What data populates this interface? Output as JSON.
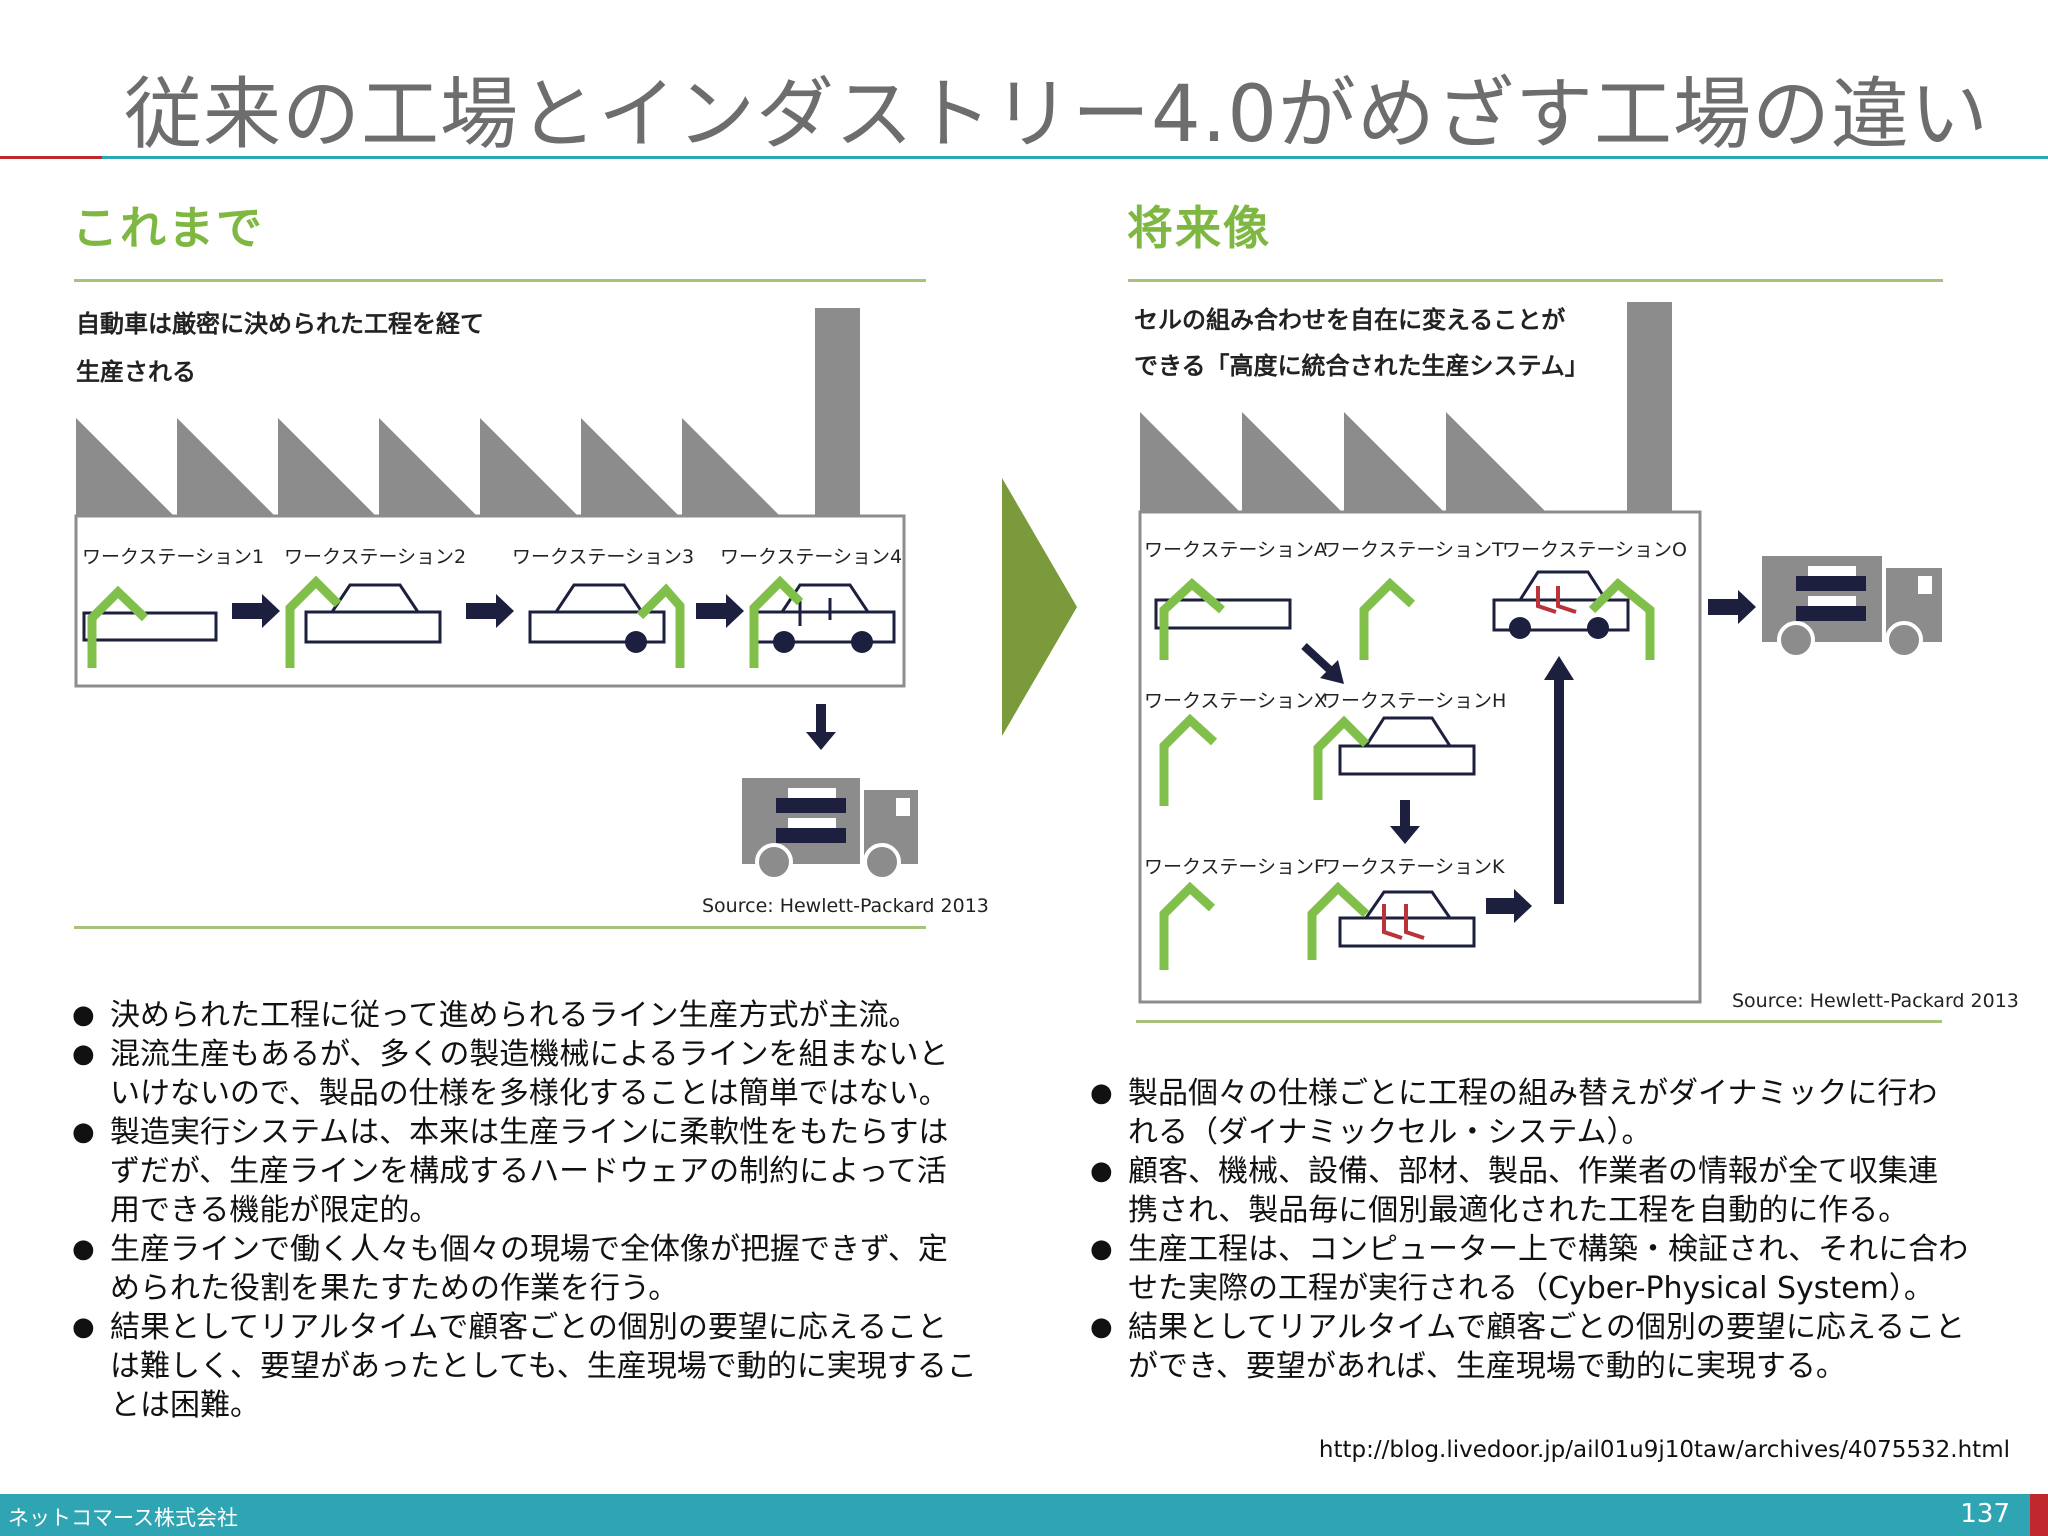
{
  "slide_title": "従来の工場とインダストリー4.0がめざす工場の違い",
  "left": {
    "heading": "これまで",
    "caption": [
      "自動車は厳密に決められた工程を経て",
      "生産される"
    ],
    "workstations": [
      "ワークステーション1",
      "ワークステーション2",
      "ワークステーション3",
      "ワークステーション4"
    ],
    "source": "Source: Hewlett-Packard 2013",
    "bullets": [
      [
        "決められた工程に従って進められるライン生産方式が主流。"
      ],
      [
        "混流生産もあるが、多くの製造機械によるラインを組まないと",
        "いけないので、製品の仕様を多様化することは簡単ではない。"
      ],
      [
        "製造実行システムは、本来は生産ラインに柔軟性をもたらすは",
        "ずだが、生産ラインを構成するハードウェアの制約によって活",
        "用できる機能が限定的。"
      ],
      [
        "生産ラインで働く人々も個々の現場で全体像が把握できず、定",
        "められた役割を果たすための作業を行う。"
      ],
      [
        "結果としてリアルタイムで顧客ごとの個別の要望に応えること",
        "は難しく、要望があったとしても、生産現場で動的に実現するこ",
        "とは困難。"
      ]
    ]
  },
  "right": {
    "heading": "将来像",
    "caption": [
      "セルの組み合わせを自在に変えることが",
      "できる「高度に統合された生産システム」"
    ],
    "workstations": [
      "ワークステーションA",
      "ワークステーションT",
      "ワークステーションO",
      "ワークステーションX",
      "ワークステーションH",
      "ワークステーションF",
      "ワークステーションK"
    ],
    "source": "Source: Hewlett-Packard 2013",
    "bullets": [
      [
        "製品個々の仕様ごとに工程の組み替えがダイナミックに行わ",
        "れる（ダイナミックセル・システム）。"
      ],
      [
        "顧客、機械、設備、部材、製品、作業者の情報が全て収集連",
        "携され、製品毎に個別最適化された工程を自動的に作る。"
      ],
      [
        "生産工程は、コンピューター上で構築・検証され、それに合わ",
        "せた実際の工程が実行される（Cyber-Physical System）。"
      ],
      [
        "結果としてリアルタイムで顧客ごとの個別の要望に応えること",
        "ができ、要望があれば、生産現場で動的に実現する。"
      ]
    ]
  },
  "url": "http://blog.livedoor.jp/ail01u9j10taw/archives/4075532.html",
  "company": "ネットコマース株式会社",
  "page_number": "137",
  "colors": {
    "accent_green": "#7fb743",
    "arrow_green": "#7a9a3c",
    "factory_gray": "#8c8c8c",
    "navy": "#1c1f3e",
    "footer_teal": "#2fa5b3",
    "footer_red": "#c0282d",
    "title_gray": "#6d6d6d",
    "robot_green": "#80bf4a",
    "part_red": "#b8343a"
  }
}
